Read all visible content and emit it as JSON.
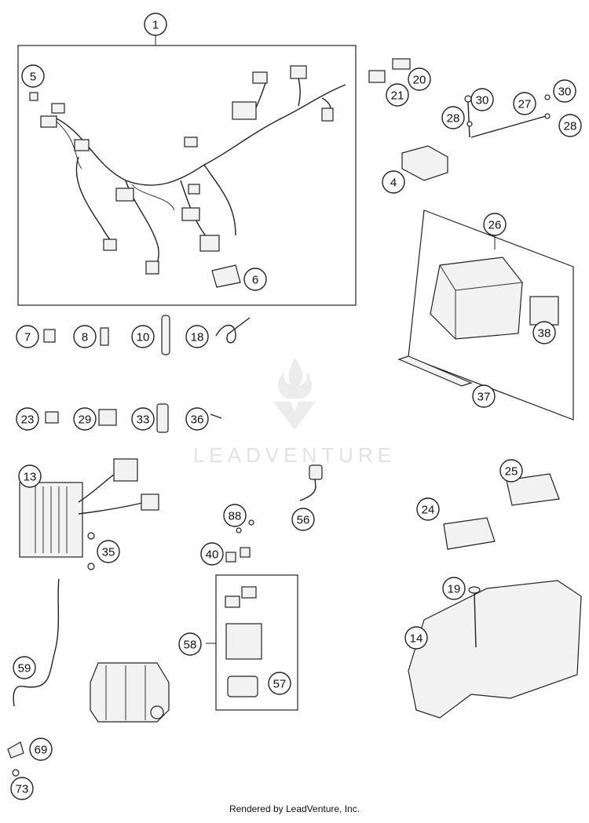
{
  "watermark": {
    "text": "LEADVENTURE"
  },
  "footer": {
    "text": "Rendered by LeadVenture, Inc."
  },
  "callouts": [
    "1",
    "5",
    "6",
    "20",
    "21",
    "30",
    "27",
    "30",
    "28",
    "28",
    "4",
    "26",
    "38",
    "37",
    "7",
    "8",
    "10",
    "18",
    "23",
    "29",
    "33",
    "36",
    "13",
    "35",
    "88",
    "56",
    "25",
    "24",
    "40",
    "19",
    "14",
    "58",
    "57",
    "59",
    "69",
    "73"
  ]
}
